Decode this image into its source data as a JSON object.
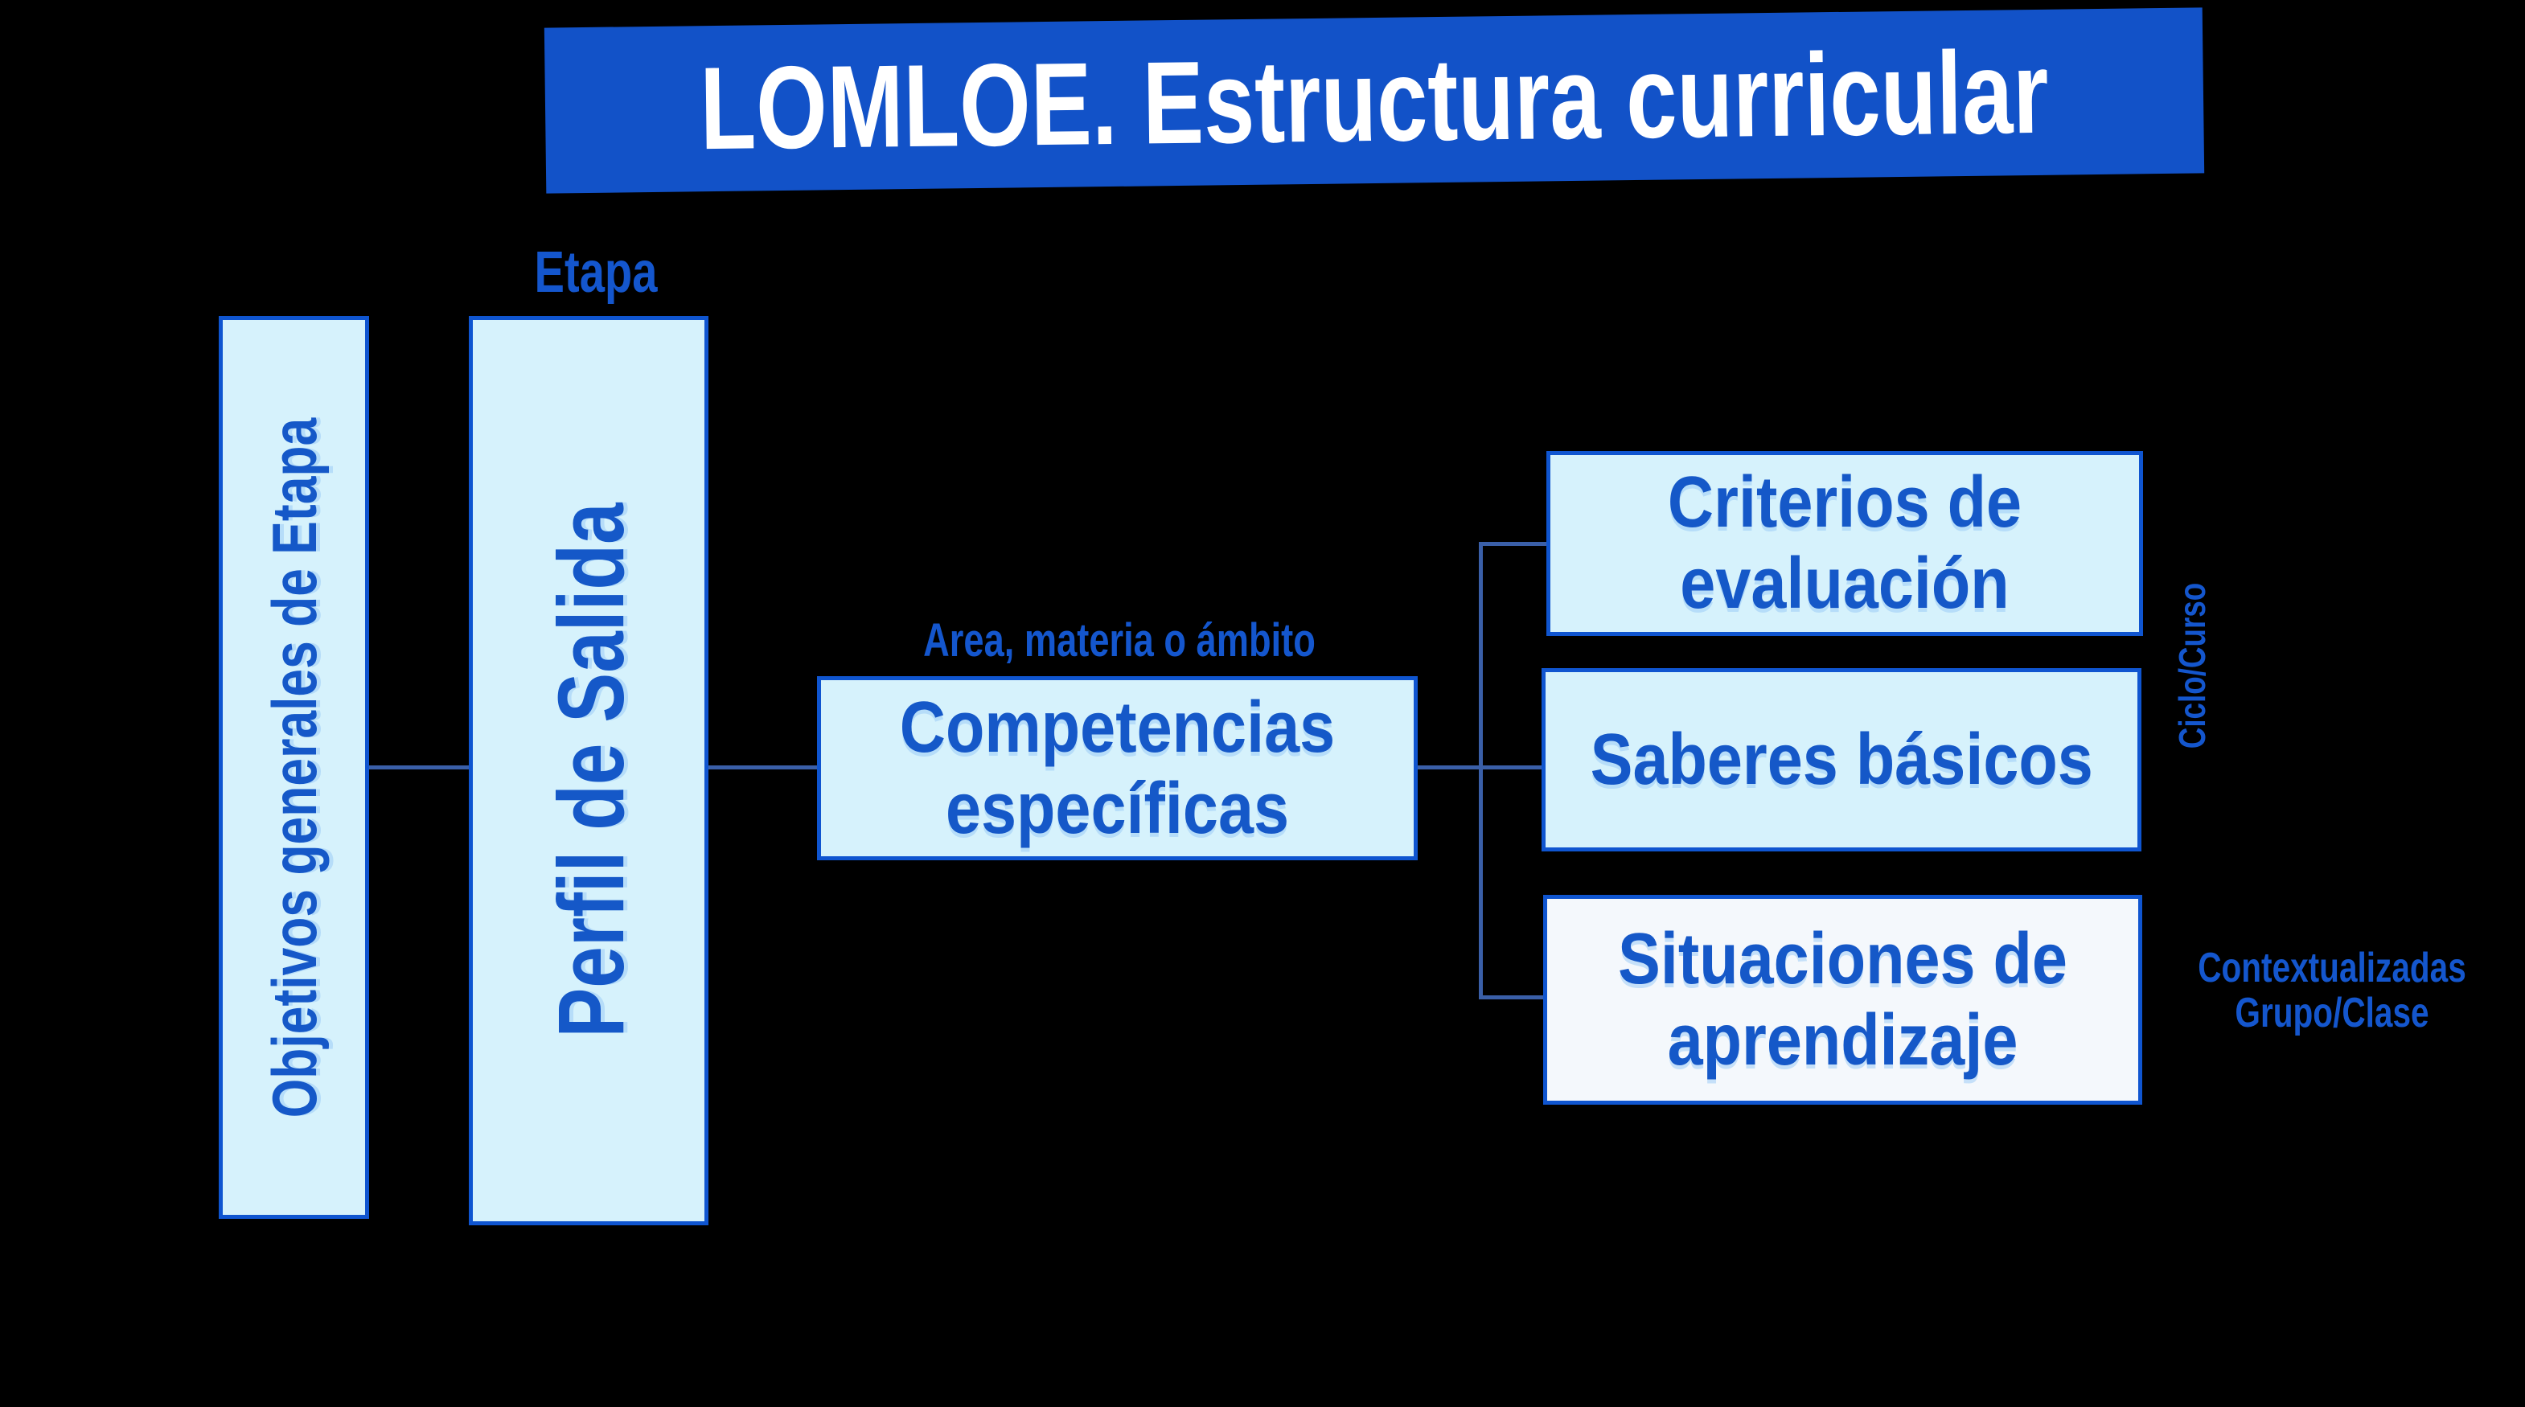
{
  "title": "LOMLOE. Estructura curricular",
  "stage_label": "Etapa",
  "area_label": "Area, materia o ámbito",
  "cycle_label": "Ciclo/Curso",
  "contextual_label": {
    "line1": "Contextualizadas",
    "line2": "Grupo/Clase"
  },
  "boxes": {
    "objetivos": "Objetivos generales de Etapa",
    "perfil": "Perfil de Salida",
    "competencias": "Competencias específicas",
    "criterios": "Criterios de evaluación",
    "saberes": "Saberes básicos",
    "situaciones": "Situaciones de aprendizaje"
  },
  "colors": {
    "background": "#000000",
    "banner_fill": "#1252c8",
    "banner_text": "#ffffff",
    "box_fill": "#d6f2fc",
    "situaciones_fill": "#f4f8fc",
    "box_border": "#0f55d0",
    "box_text": "#1558c8",
    "label_text": "#1456cd",
    "connector": "#3a5fa8"
  }
}
